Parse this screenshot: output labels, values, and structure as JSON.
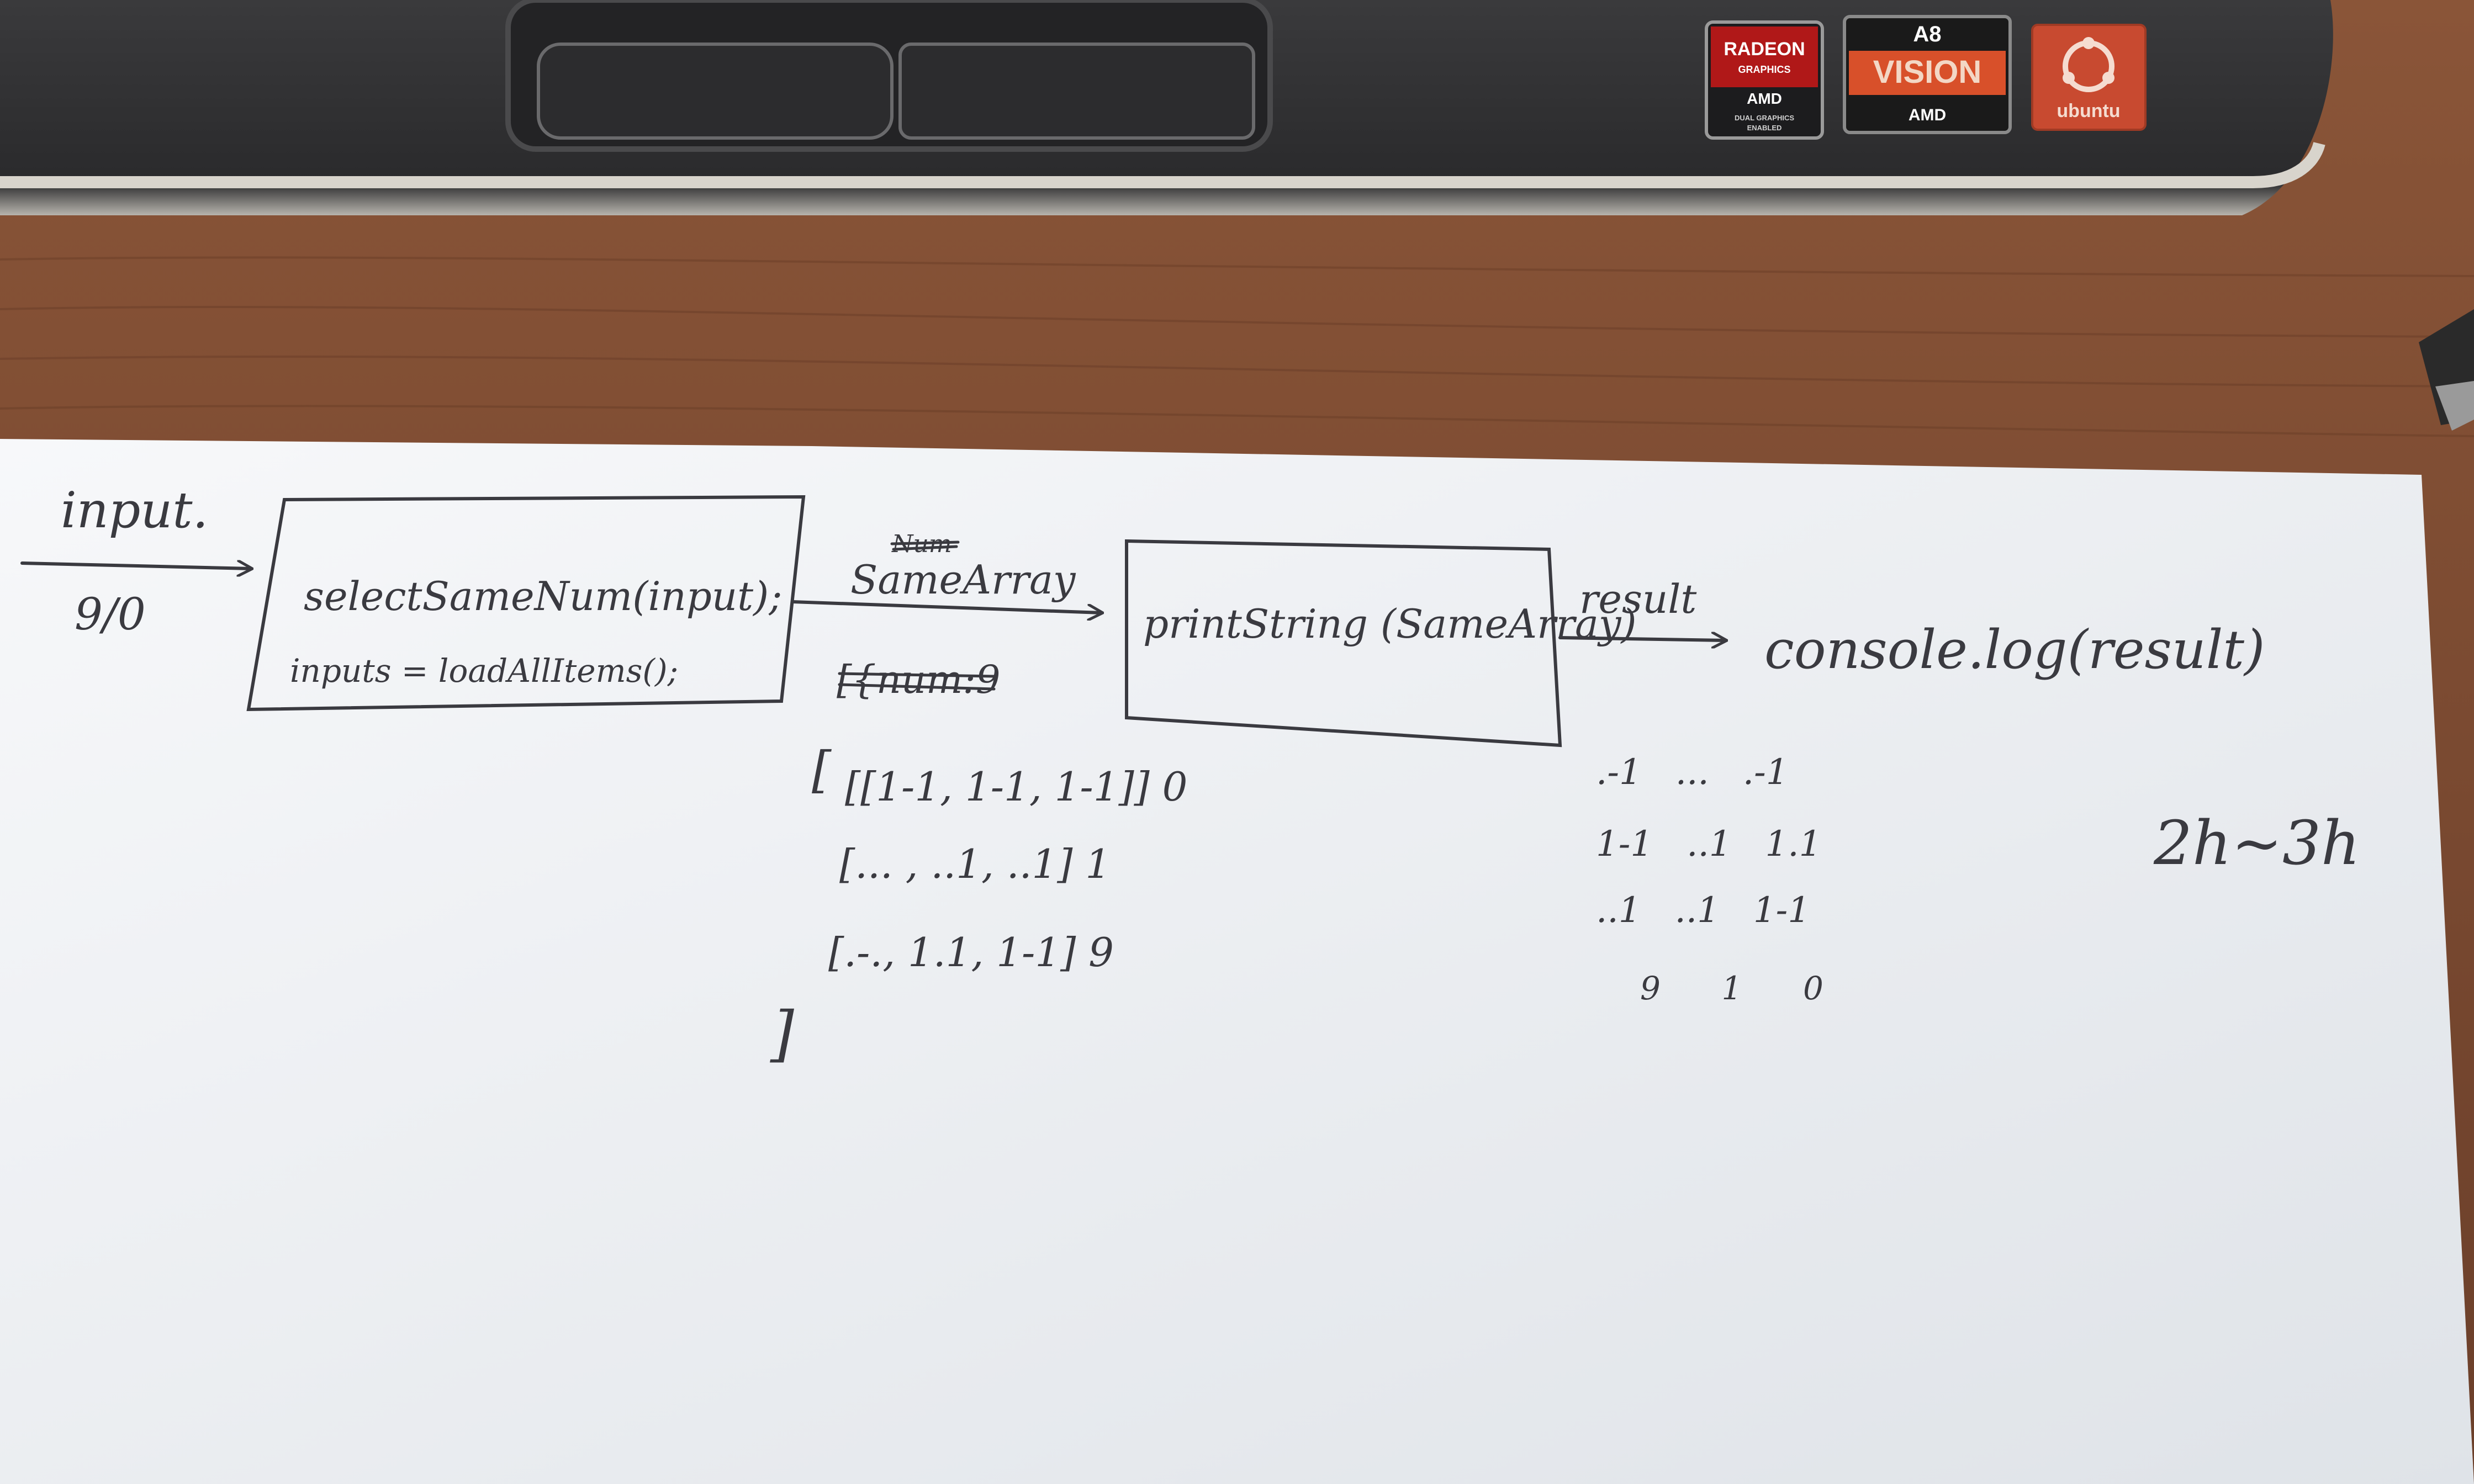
{
  "stickers": {
    "radeon": {
      "line1": "RADEON",
      "line2": "GRAPHICS",
      "line3": "AMD",
      "line4": "DUAL GRAPHICS",
      "line5": "ENABLED"
    },
    "a8": {
      "model": "A8",
      "brand": "VISION",
      "vendor": "AMD"
    },
    "ubuntu": {
      "label": "ubuntu"
    }
  },
  "sketch": {
    "input_label": "input.",
    "input_value": "9/0",
    "box1_line1": "selectSameNum(input);",
    "box1_line2": "inputs = loadAllItems();",
    "same_array_strike": "Num",
    "same_array_label": "SameArray",
    "array_header_struck": "[{num:9",
    "array_open": "[",
    "array_row1": "[[1-1, 1-1, 1-1]] 0",
    "array_row2": "[... , ..1, ..1] 1",
    "array_row3": "[.-., 1.1, 1-1] 9",
    "array_close": "]",
    "box2_label": "printString (SameArray)",
    "result_label": "result",
    "console_label": "console.log(result)",
    "digit_row1": ".-1   ...   .-1",
    "digit_row2": "1-1   ..1   1.1",
    "digit_row3": "..1   ..1   1-1",
    "digit_row4": "9      1      0",
    "time_estimate": "2h~3h"
  },
  "colors": {
    "desk": "#7a4a33",
    "paper": "#f4f6f8",
    "laptop": "#2c2c2e",
    "ink": "#3a3a40"
  }
}
